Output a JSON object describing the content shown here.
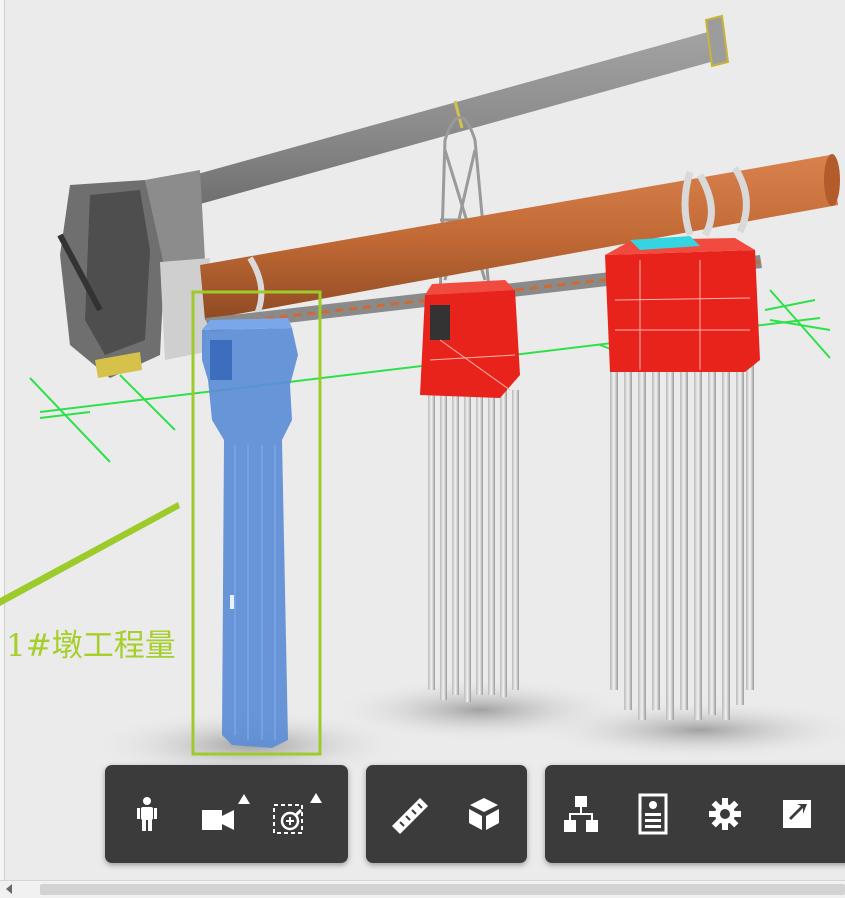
{
  "viewer": {
    "annotation_label": "1#墩工程量",
    "colors": {
      "background": "#ebebeb",
      "selection_box": "#9ccb2b",
      "selected_pier": "#5b8dd6",
      "pier_caps": "#e8231c",
      "pipe_orange": "#c8703d",
      "pipe_grey": "#8a8a8a",
      "axis_green": "#2ee04a",
      "toolbar_bg": "#3b3b3b"
    }
  },
  "toolbar": {
    "groups": [
      {
        "buttons": [
          {
            "name": "person-walk-button",
            "icon": "person-icon"
          },
          {
            "name": "camera-button",
            "icon": "video-camera-icon"
          },
          {
            "name": "zoom-region-button",
            "icon": "zoom-box-icon"
          }
        ]
      },
      {
        "buttons": [
          {
            "name": "measure-button",
            "icon": "ruler-icon"
          },
          {
            "name": "section-box-button",
            "icon": "cube-icon"
          }
        ]
      },
      {
        "buttons": [
          {
            "name": "model-tree-button",
            "icon": "hierarchy-icon"
          },
          {
            "name": "properties-button",
            "icon": "properties-icon"
          },
          {
            "name": "settings-button",
            "icon": "gear-icon"
          },
          {
            "name": "fullscreen-button",
            "icon": "expand-icon"
          }
        ]
      }
    ]
  }
}
